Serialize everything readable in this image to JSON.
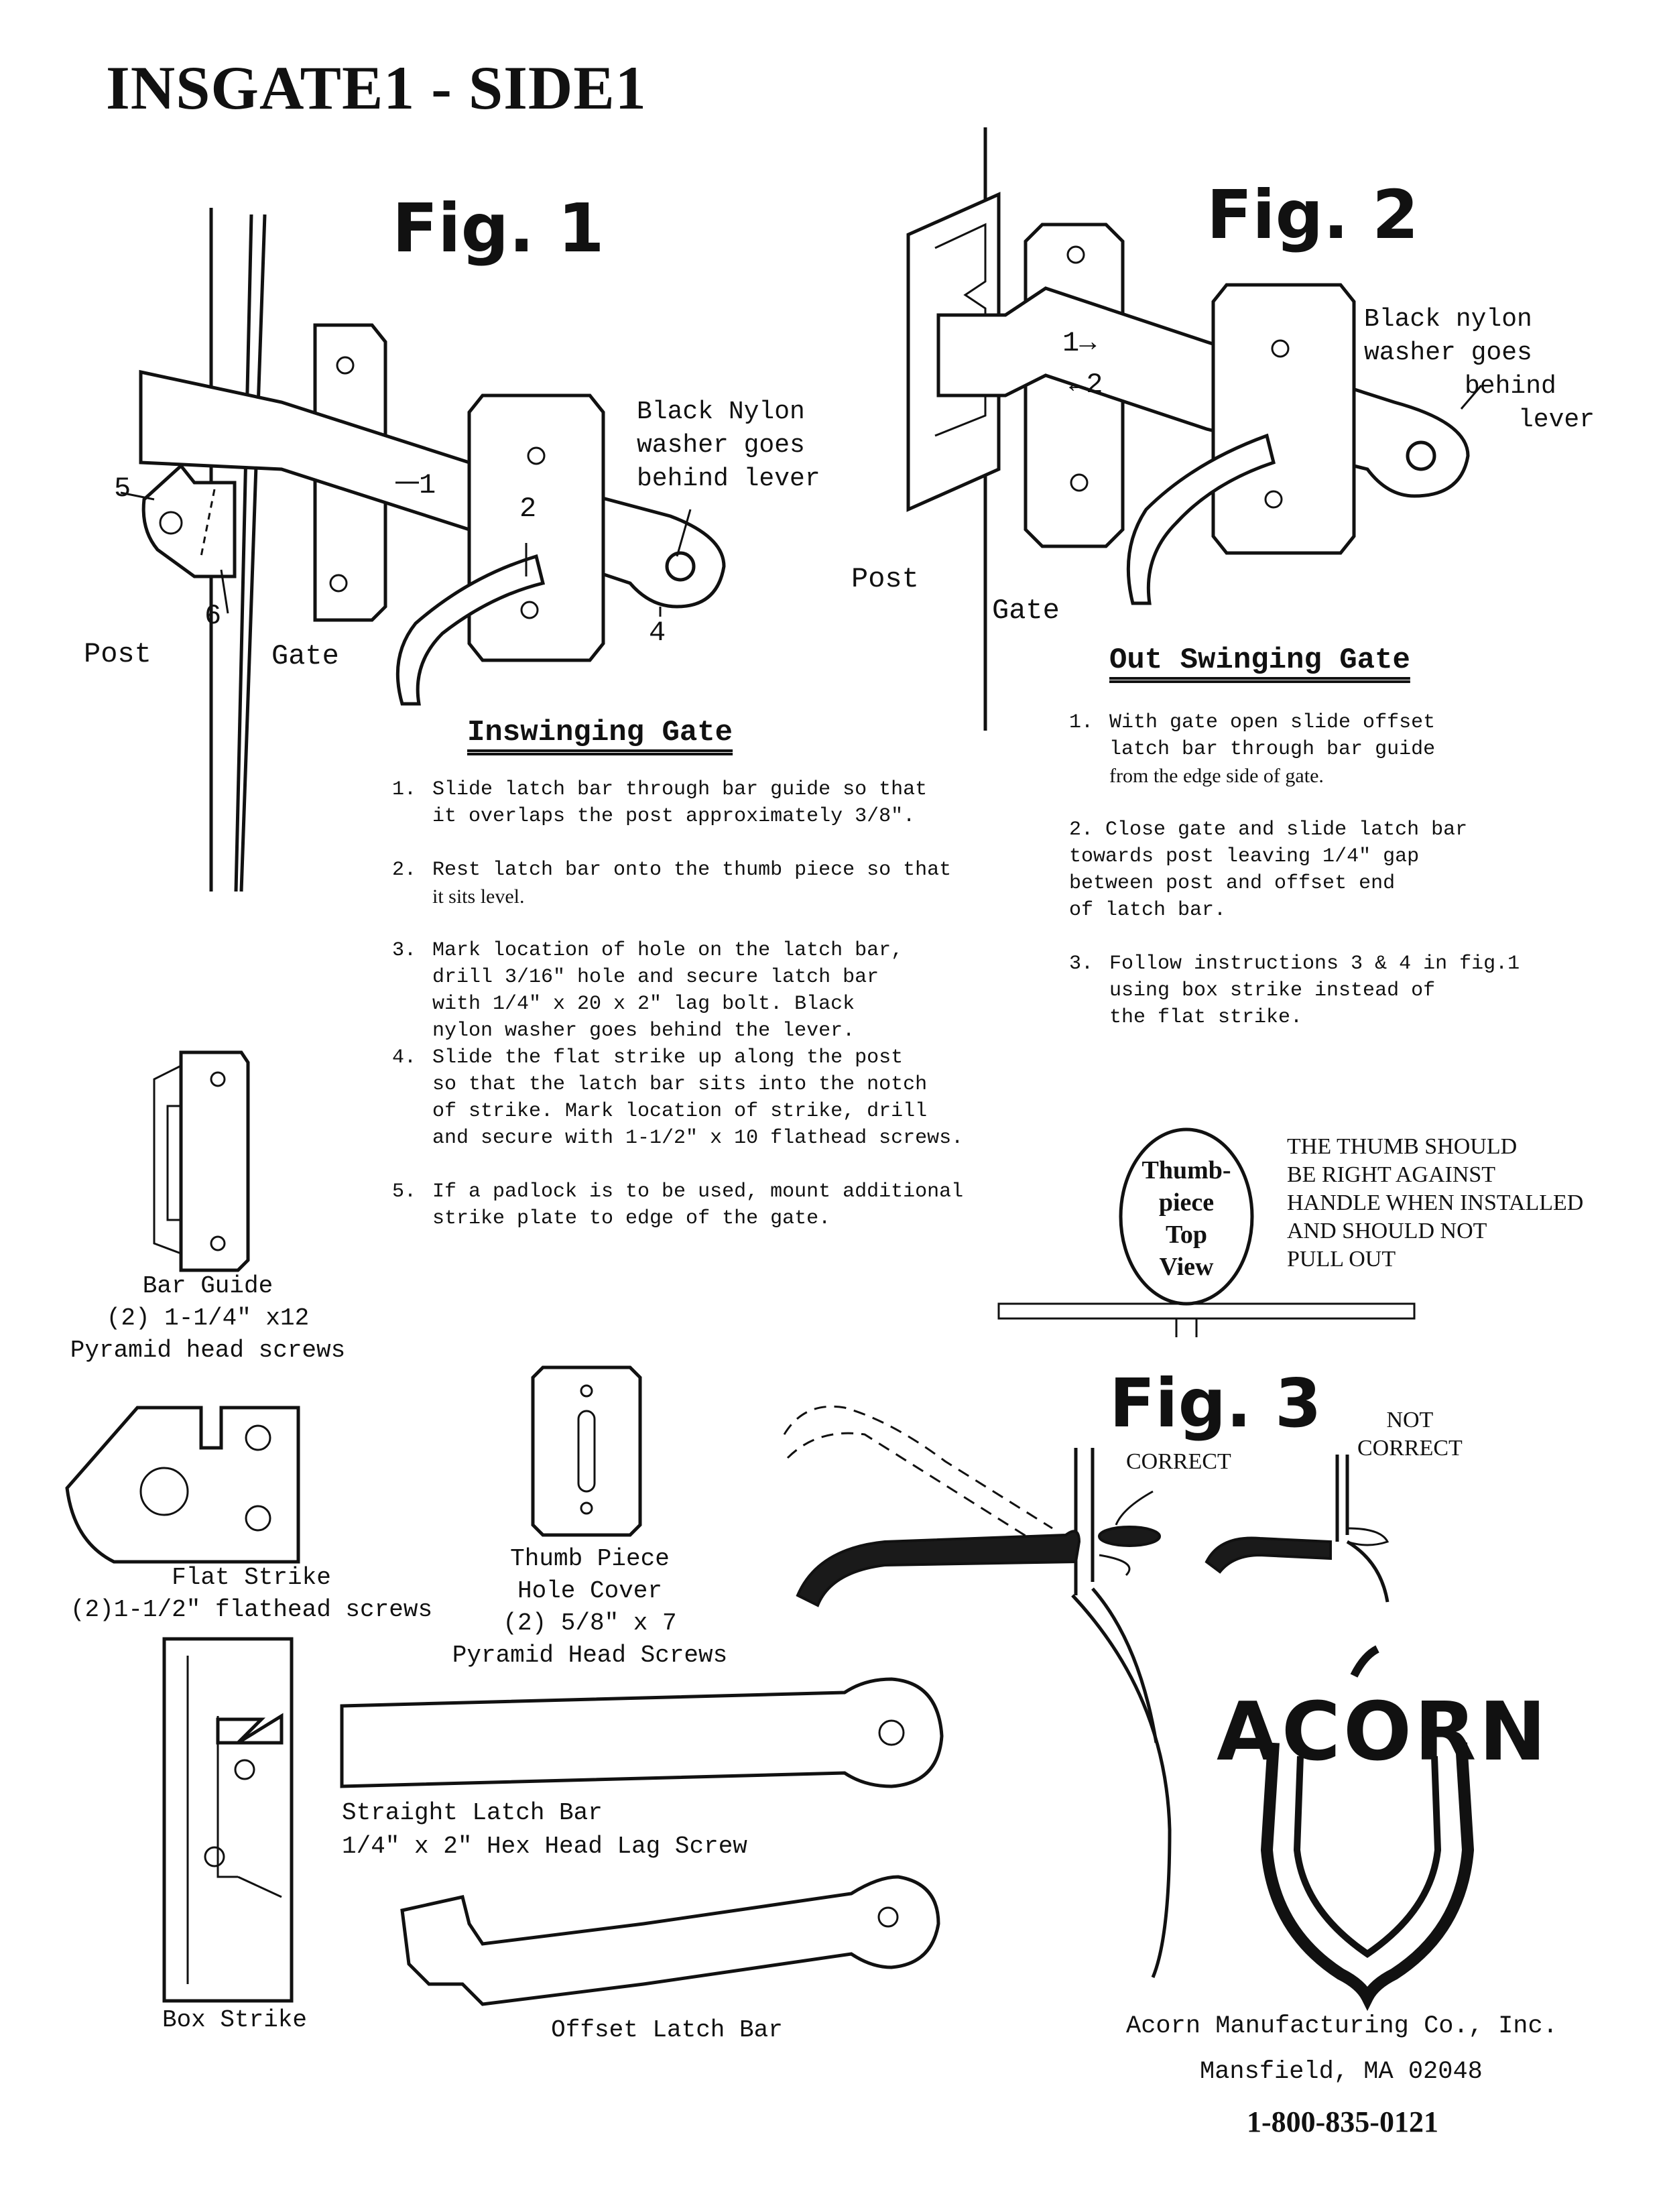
{
  "title": "INSGATE1 - SIDE1",
  "fig1": {
    "title": "Fig. 1",
    "callout_nylon": [
      "Black Nylon",
      "washer goes",
      "behind lever"
    ],
    "labels": {
      "n1": "1",
      "n2": "2",
      "n4": "4",
      "n5": "5",
      "n6": "6",
      "post": "Post",
      "gate": "Gate"
    }
  },
  "fig2": {
    "title": "Fig. 2",
    "callout_nylon": [
      "Black nylon",
      "washer goes",
      "behind",
      "lever"
    ],
    "labels": {
      "n1": "1",
      "n2": "2",
      "post": "Post",
      "gate": "Gate"
    }
  },
  "inswing": {
    "heading": "Inswinging Gate",
    "steps": [
      {
        "num": "1.",
        "lines": [
          "Slide latch bar through bar guide so that",
          "it overlaps the post approximately 3/8\"."
        ]
      },
      {
        "num": "2.",
        "lines": [
          "Rest latch bar onto the thumb piece so that",
          "it sits level."
        ]
      },
      {
        "num": "3.",
        "lines": [
          "Mark location of hole on the latch bar,",
          "drill 3/16\" hole and secure latch bar",
          "with 1/4\" x 20 x 2\" lag bolt. Black",
          "nylon washer goes behind the lever."
        ]
      },
      {
        "num": "4.",
        "lines": [
          "Slide the flat strike up along the post",
          "so that the latch bar sits into the notch",
          "of strike. Mark location of strike, drill",
          "and secure with 1-1/2\" x 10 flathead screws."
        ]
      },
      {
        "num": "5.",
        "lines": [
          "If a padlock is to be used, mount additional",
          "strike plate to edge of the gate."
        ]
      }
    ]
  },
  "outswing": {
    "heading": "Out Swinging Gate",
    "steps": [
      {
        "num": "1.",
        "lines": [
          "With gate open slide offset",
          "latch bar through bar guide",
          "from the edge side of gate."
        ]
      },
      {
        "num": "2.",
        "lines": [
          "Close gate and slide latch bar",
          "towards post leaving 1/4\" gap",
          "between post and offset end",
          "of latch bar."
        ]
      },
      {
        "num": "3.",
        "lines": [
          "Follow instructions 3 & 4 in fig.1",
          "using box strike instead of",
          "the flat strike."
        ]
      }
    ]
  },
  "thumbpiece": {
    "oval_lines": [
      "Thumb-",
      "piece",
      "Top",
      "View"
    ],
    "note_lines": [
      "THE THUMB SHOULD",
      "BE RIGHT AGAINST",
      "HANDLE WHEN INSTALLED",
      "AND SHOULD NOT",
      "PULL OUT"
    ]
  },
  "fig3": {
    "title": "Fig. 3",
    "correct": "CORRECT",
    "not_correct": [
      "NOT",
      "CORRECT"
    ]
  },
  "parts": {
    "bar_guide": [
      "Bar Guide",
      "(2) 1-1/4\" x12",
      "Pyramid head screws"
    ],
    "flat_strike": [
      "Flat Strike",
      "(2)1-1/2\" flathead screws"
    ],
    "thumb_cover": [
      "Thumb Piece",
      "Hole Cover",
      "(2) 5/8\" x 7",
      "Pyramid Head Screws"
    ],
    "straight_bar": [
      "Straight Latch Bar",
      "1/4\" x 2\" Hex Head Lag Screw"
    ],
    "box_strike": "Box Strike",
    "offset_bar": "Offset Latch Bar"
  },
  "company": {
    "logo_text": "ACORN",
    "name": "Acorn Manufacturing Co., Inc.",
    "city": "Mansfield, MA 02048",
    "phone": "1-800-835-0121"
  }
}
